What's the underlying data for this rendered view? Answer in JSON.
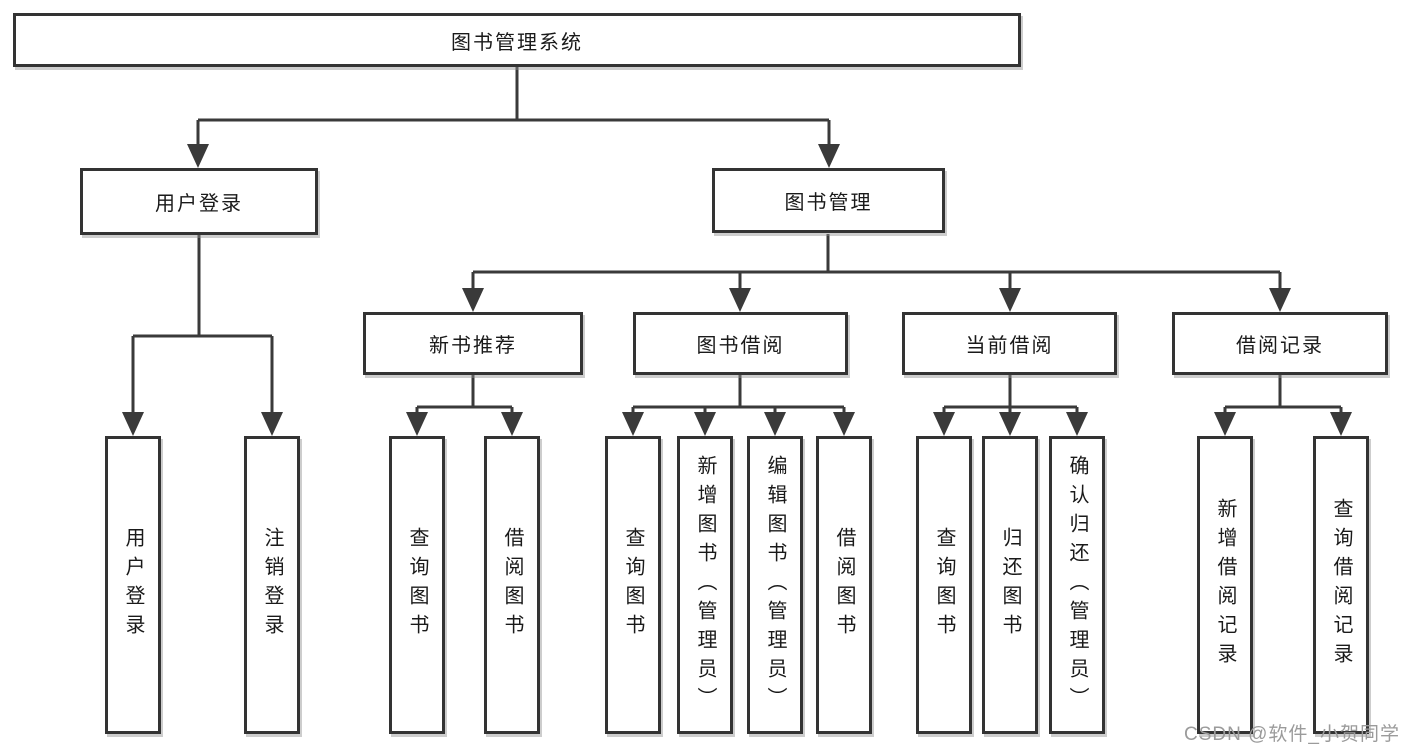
{
  "diagram": {
    "root": {
      "label": "图书管理系统"
    },
    "branches": [
      {
        "label": "用户登录",
        "children": [
          {
            "label": "用户登录"
          },
          {
            "label": "注销登录"
          }
        ]
      },
      {
        "label": "图书管理",
        "children": [
          {
            "label": "新书推荐",
            "children": [
              {
                "label": "查询图书"
              },
              {
                "label": "借阅图书"
              }
            ]
          },
          {
            "label": "图书借阅",
            "children": [
              {
                "label": "查询图书"
              },
              {
                "label": "新增图书（管理员）"
              },
              {
                "label": "编辑图书（管理员）"
              },
              {
                "label": "借阅图书"
              }
            ]
          },
          {
            "label": "当前借阅",
            "children": [
              {
                "label": "查询图书"
              },
              {
                "label": "归还图书"
              },
              {
                "label": "确认归还（管理员）"
              }
            ]
          },
          {
            "label": "借阅记录",
            "children": [
              {
                "label": "新增借阅记录"
              },
              {
                "label": "查询借阅记录"
              }
            ]
          }
        ]
      }
    ]
  },
  "watermark": {
    "text": "CSDN @软件_小贺同学",
    "color": "#9b9b9b"
  },
  "colors": {
    "line": "#3a3a3a",
    "box_border": "#333333",
    "text": "#1a1a1a",
    "background": "#ffffff"
  }
}
